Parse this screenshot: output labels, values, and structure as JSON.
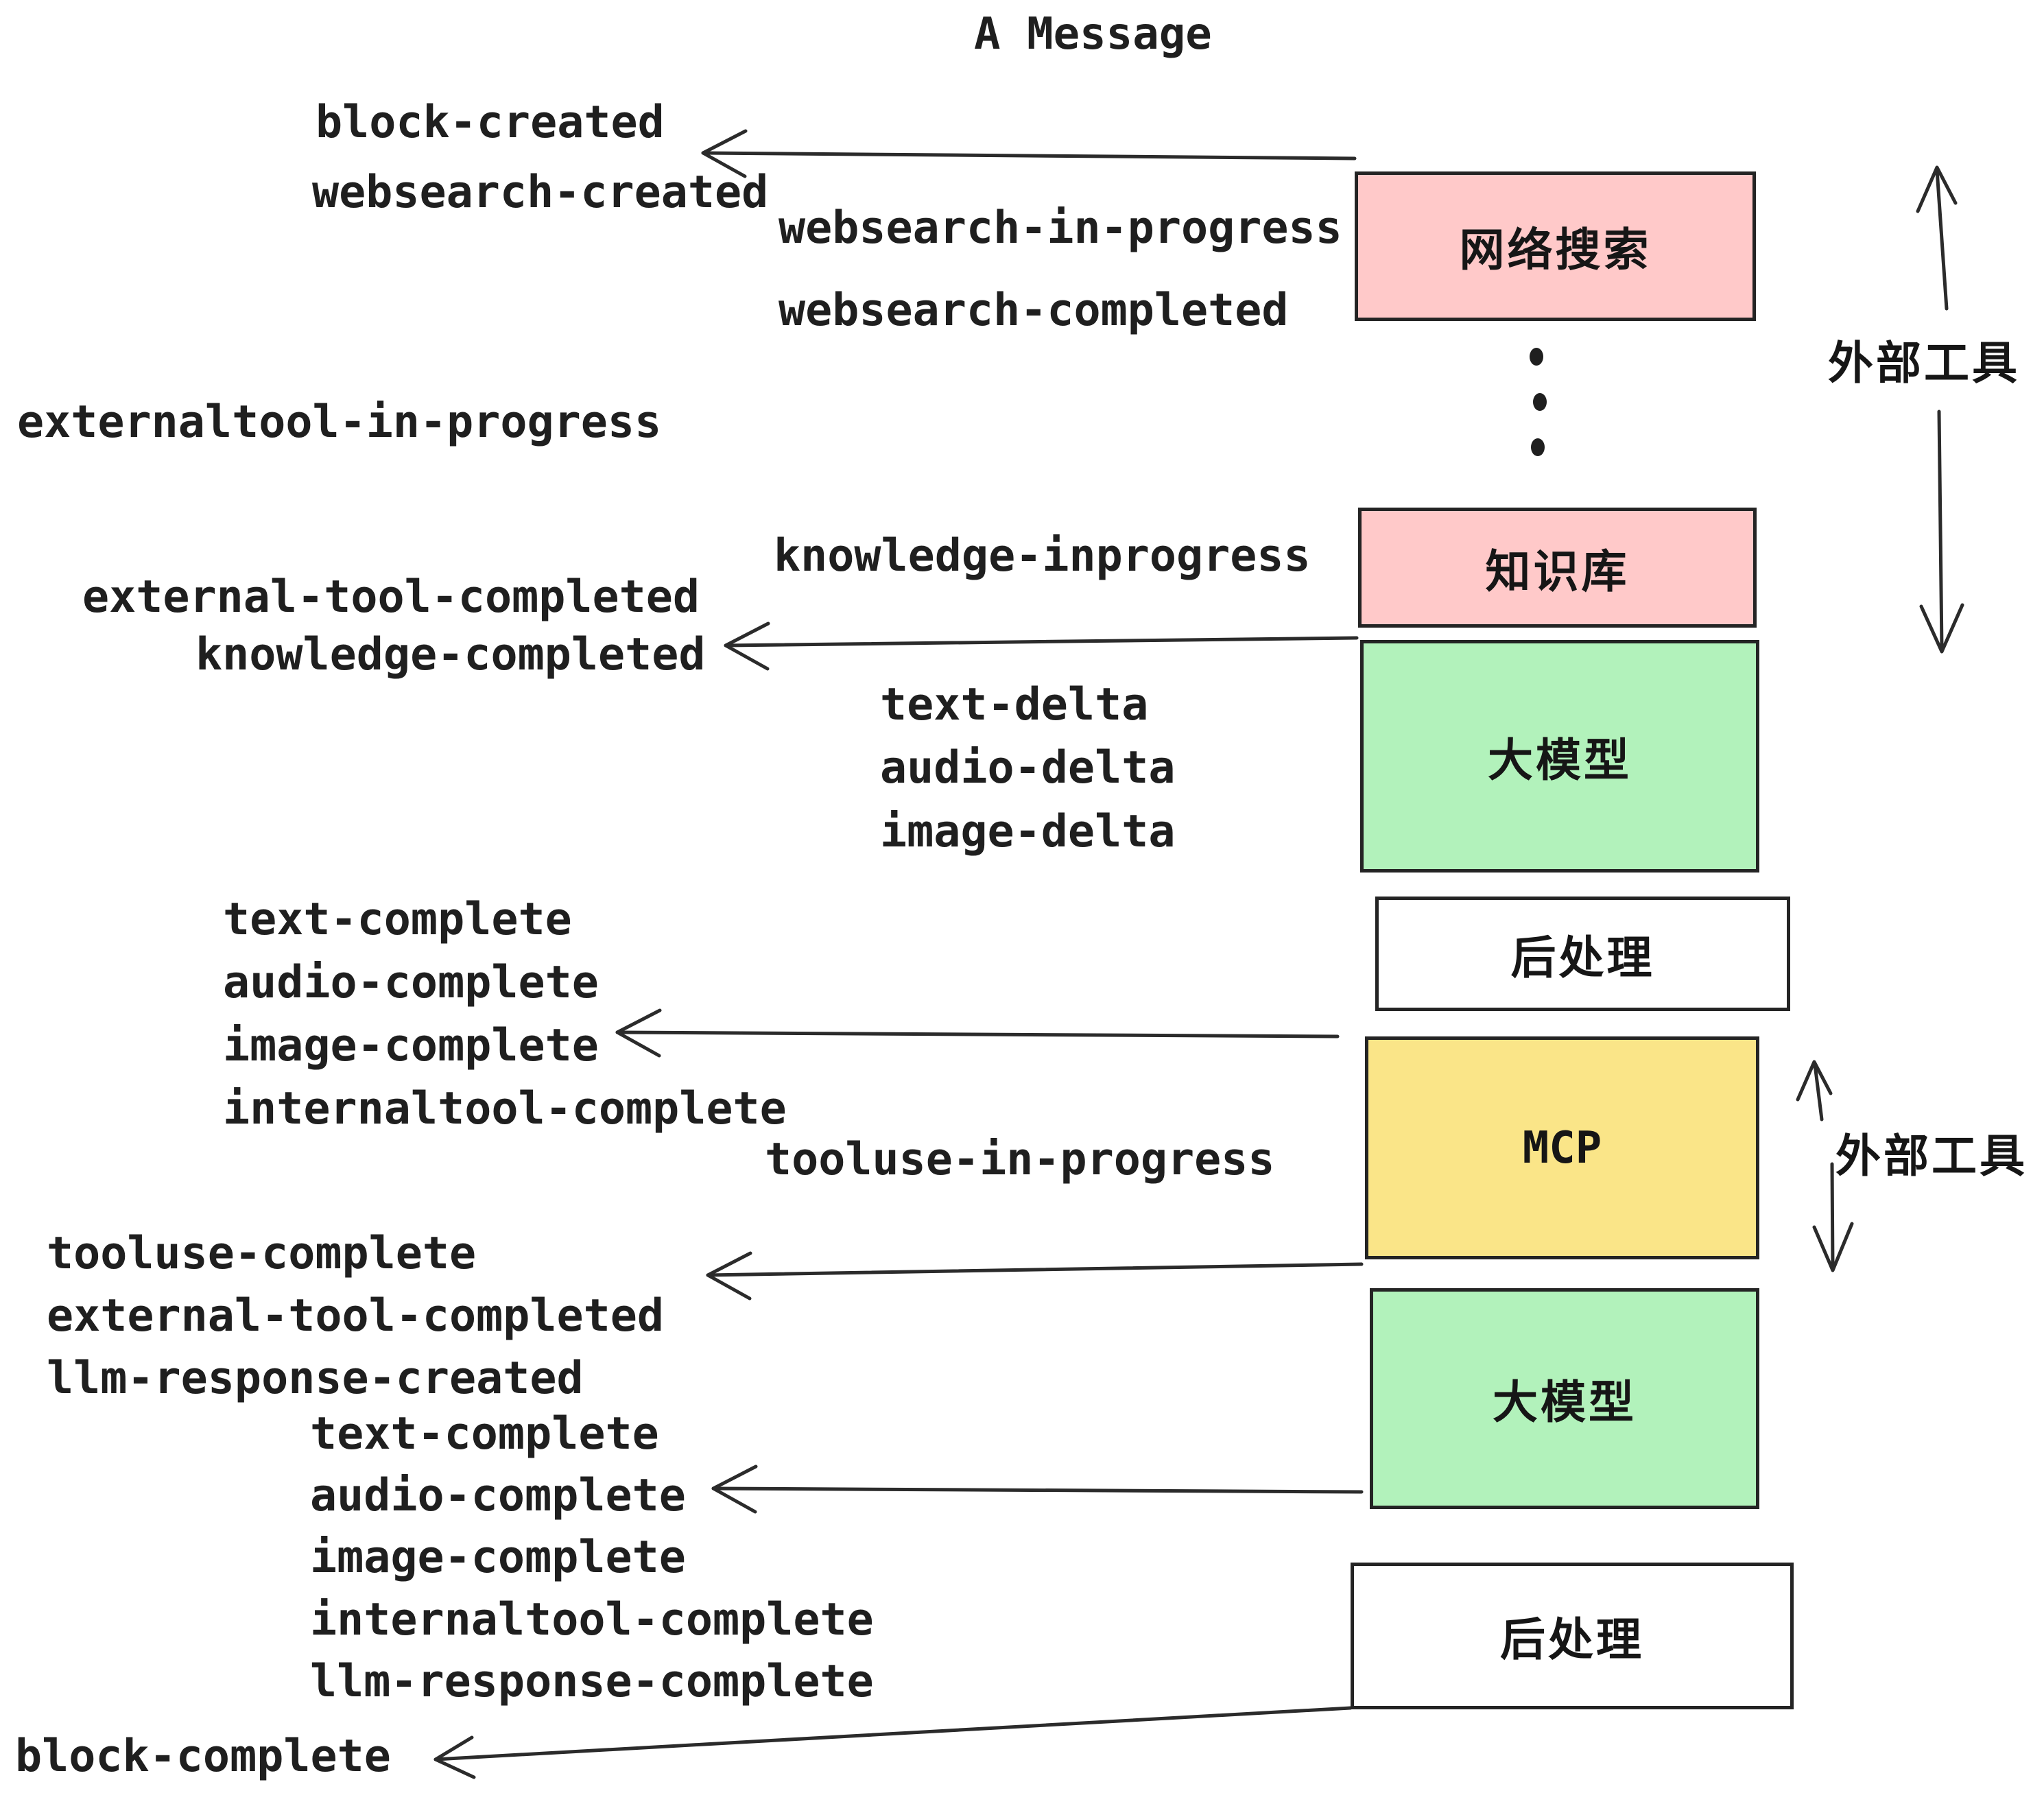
{
  "title": "A Message",
  "events": [
    {
      "id": "block-created",
      "text": "block-created"
    },
    {
      "id": "websearch-created",
      "text": "websearch-created"
    },
    {
      "id": "websearch-in-progress",
      "text": "websearch-in-progress"
    },
    {
      "id": "websearch-completed",
      "text": "websearch-completed"
    },
    {
      "id": "externaltool-in-progress",
      "text": "externaltool-in-progress"
    },
    {
      "id": "knowledge-inprogress",
      "text": "knowledge-inprogress"
    },
    {
      "id": "external-tool-completed-1",
      "text": "external-tool-completed"
    },
    {
      "id": "knowledge-completed",
      "text": "knowledge-completed"
    },
    {
      "id": "text-delta-1",
      "text": "text-delta"
    },
    {
      "id": "audio-delta-1",
      "text": "audio-delta"
    },
    {
      "id": "image-delta-1",
      "text": "image-delta"
    },
    {
      "id": "text-complete-1",
      "text": "text-complete"
    },
    {
      "id": "audio-complete-1",
      "text": "audio-complete"
    },
    {
      "id": "image-complete-1",
      "text": "image-complete"
    },
    {
      "id": "internaltool-complete-1",
      "text": "internaltool-complete"
    },
    {
      "id": "tooluse-in-progress",
      "text": "tooluse-in-progress"
    },
    {
      "id": "tooluse-complete",
      "text": "tooluse-complete"
    },
    {
      "id": "external-tool-completed-2",
      "text": "external-tool-completed"
    },
    {
      "id": "llm-response-created",
      "text": "llm-response-created"
    },
    {
      "id": "text-complete-2",
      "text": "text-complete"
    },
    {
      "id": "audio-complete-2",
      "text": "audio-complete"
    },
    {
      "id": "image-complete-2",
      "text": "image-complete"
    },
    {
      "id": "internaltool-complete-2",
      "text": "internaltool-complete"
    },
    {
      "id": "llm-response-complete",
      "text": "llm-response-complete"
    },
    {
      "id": "block-complete",
      "text": "block-complete"
    }
  ],
  "boxes": [
    {
      "id": "websearch",
      "label": "网络搜索",
      "color": "#ffc9c9"
    },
    {
      "id": "knowledge",
      "label": "知识库",
      "color": "#ffc9c9"
    },
    {
      "id": "llm-1",
      "label": "大模型",
      "color": "#b2f2bb"
    },
    {
      "id": "post-1",
      "label": "后处理",
      "color": "#ffffff"
    },
    {
      "id": "mcp",
      "label": "MCP",
      "color": "#fae588"
    },
    {
      "id": "llm-2",
      "label": "大模型",
      "color": "#b2f2bb"
    },
    {
      "id": "post-2",
      "label": "后处理",
      "color": "#ffffff"
    }
  ],
  "side_labels": [
    {
      "id": "external-tools-1",
      "text": "外部工具"
    },
    {
      "id": "external-tools-2",
      "text": "外部工具"
    }
  ],
  "palette": {
    "pink": "#ffc9c9",
    "green": "#b2f2bb",
    "yellow": "#fae588",
    "ink": "#2b2b2b",
    "background": "#ffffff"
  }
}
